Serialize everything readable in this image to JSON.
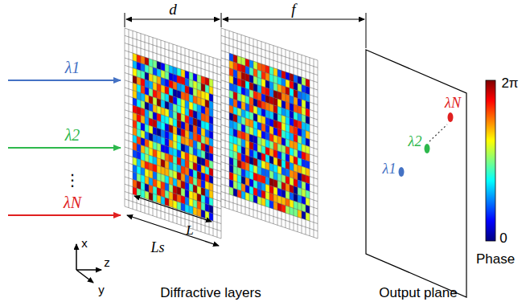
{
  "diagram": {
    "labels": [
      "λ1",
      "λ2",
      "⋮",
      "λN",
      "x",
      "z",
      "y",
      "d",
      "f",
      "L",
      "Ls",
      "Diffractive layers",
      "Output plane",
      "λN",
      "λ2",
      "λ1",
      "2π",
      "0",
      "Phase"
    ]
  }
}
